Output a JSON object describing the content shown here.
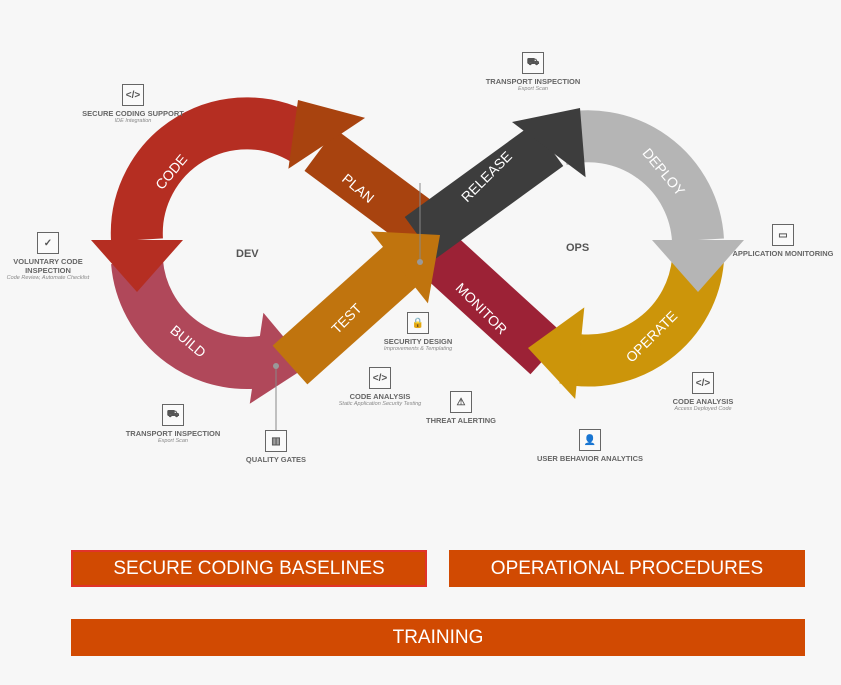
{
  "hubs": {
    "dev": "DEV",
    "ops": "OPS"
  },
  "segments": [
    {
      "key": "build",
      "label": "BUILD",
      "color": "#b0485a"
    },
    {
      "key": "code",
      "label": "CODE",
      "color": "#b52e22"
    },
    {
      "key": "plan",
      "label": "PLAN",
      "color": "#a8430f"
    },
    {
      "key": "monitor",
      "label": "MONITOR",
      "color": "#9c2236"
    },
    {
      "key": "operate",
      "label": "OPERATE",
      "color": "#cc950a"
    },
    {
      "key": "deploy",
      "label": "DEPLOY",
      "color": "#b5b5b5"
    },
    {
      "key": "release",
      "label": "RELEASE",
      "color": "#3d3d3d"
    },
    {
      "key": "test",
      "label": "TEST",
      "color": "#c0740e"
    }
  ],
  "callouts": [
    {
      "icon": "code-icon",
      "glyph": "</>",
      "title": "SECURE CODING SUPPORT",
      "sub": "IDE Integration"
    },
    {
      "icon": "check-circle-icon",
      "glyph": "✓",
      "title": "VOLUNTARY CODE INSPECTION",
      "sub": "Code Review, Automate Checklist"
    },
    {
      "icon": "truck-icon",
      "glyph": "⛟",
      "title": "TRANSPORT INSPECTION",
      "sub": "Export Scan"
    },
    {
      "icon": "gate-icon",
      "glyph": "▥",
      "title": "QUALITY GATES",
      "sub": ""
    },
    {
      "icon": "code-icon",
      "glyph": "</>",
      "title": "CODE ANALYSIS",
      "sub": "Static Application Security Testing"
    },
    {
      "icon": "security-design-icon",
      "glyph": "🔒",
      "title": "SECURITY DESIGN",
      "sub": "Improvements & Templating"
    },
    {
      "icon": "warning-icon",
      "glyph": "⚠",
      "title": "THREAT ALERTING",
      "sub": ""
    },
    {
      "icon": "truck-icon",
      "glyph": "⛟",
      "title": "TRANSPORT INSPECTION",
      "sub": "Export Scan"
    },
    {
      "icon": "laptop-icon",
      "glyph": "▭",
      "title": "APPLICATION MONITORING",
      "sub": ""
    },
    {
      "icon": "code-icon",
      "glyph": "</>",
      "title": "CODE ANALYSIS",
      "sub": "Access Deployed Code"
    },
    {
      "icon": "user-icon",
      "glyph": "👤",
      "title": "USER BEHAVIOR ANALYTICS",
      "sub": ""
    }
  ],
  "buttons": {
    "baselines": "SECURE CODING BASELINES",
    "procedures": "OPERATIONAL PROCEDURES",
    "training": "TRAINING"
  }
}
